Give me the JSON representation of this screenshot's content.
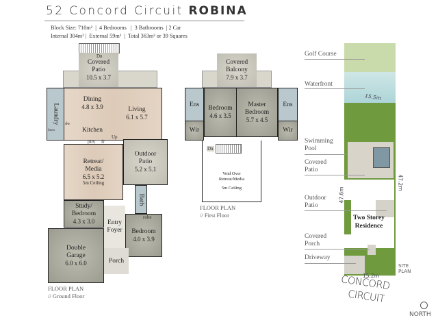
{
  "header": {
    "title": "52 Concord Circuit",
    "suburb": "ROBINA",
    "info_line1": "Block Size: 710m²  |  4 Bedrooms   |  3 Bathrooms  | 2 Car",
    "info_line2": "Internal 304m² |  External 59m²  |  Total 363m² or 39 Squares"
  },
  "ground_floor": {
    "label": "FLOOR PLAN",
    "sublabel": "// Ground Floor",
    "rooms": [
      {
        "name": "Covered Patio",
        "size": "10.5 x 3.7"
      },
      {
        "name": "Dining",
        "size": "4.8 x 3.9"
      },
      {
        "name": "Living",
        "size": "6.1 x 5.7"
      },
      {
        "name": "Laundry",
        "size": ""
      },
      {
        "name": "Kitchen",
        "size": ""
      },
      {
        "name": "Outdoor Patio",
        "size": "5.2 x 5.1"
      },
      {
        "name": "Retreat/ Media",
        "size": "6.5 x 5.2",
        "note": "5m Ceiling"
      },
      {
        "name": "Bath",
        "size": ""
      },
      {
        "name": "Study/ Bedroom",
        "size": "4.3 x 3.0"
      },
      {
        "name": "Entry Foyer",
        "size": ""
      },
      {
        "name": "Bedroom",
        "size": "4.0 x 3.9"
      },
      {
        "name": "Double Garage",
        "size": "6.0 x 6.0"
      },
      {
        "name": "Porch",
        "size": ""
      }
    ],
    "annotations": {
      "dn": "Dn",
      "up": "Up",
      "ptry": "ptry",
      "fr": "fr",
      "robe": "robe",
      "dw": "dw",
      "linen": "linen"
    }
  },
  "first_floor": {
    "label": "FLOOR PLAN",
    "sublabel": "// First Floor",
    "rooms": [
      {
        "name": "Covered Balcony",
        "size": "7.9 x 3.7"
      },
      {
        "name": "Ens",
        "size": ""
      },
      {
        "name": "Bedroom",
        "size": "4.6 x 3.5"
      },
      {
        "name": "Master Bedroom",
        "size": "5.7 x 4.5"
      },
      {
        "name": "Ens",
        "size": ""
      },
      {
        "name": "Wir",
        "size": ""
      },
      {
        "name": "Wir",
        "size": ""
      }
    ],
    "void": {
      "line1": "Void Over",
      "line2": "Retreat/Media",
      "line3": "5m Ceiling"
    },
    "dn": "Dn"
  },
  "site_plan": {
    "label_line1": "SITE",
    "label_line2": "PLAN",
    "callouts": [
      "Golf Course",
      "Waterfront",
      "Swimming Pool",
      "Covered Patio",
      "Outdoor Patio",
      "Covered Porch",
      "Driveway"
    ],
    "residence": "Two Storey Residence",
    "dimensions": {
      "rear": "15.5m",
      "front": "15.2m",
      "left": "47.6m",
      "right": "47.2m"
    },
    "street_line1": "CONCORD",
    "street_line2": "CIRCUIT",
    "north": "NORTH",
    "colors": {
      "grass": "#6f9a3e",
      "golf": "#c9dbaa",
      "water": "#a9d3d6",
      "pool": "#7f98a3"
    }
  }
}
